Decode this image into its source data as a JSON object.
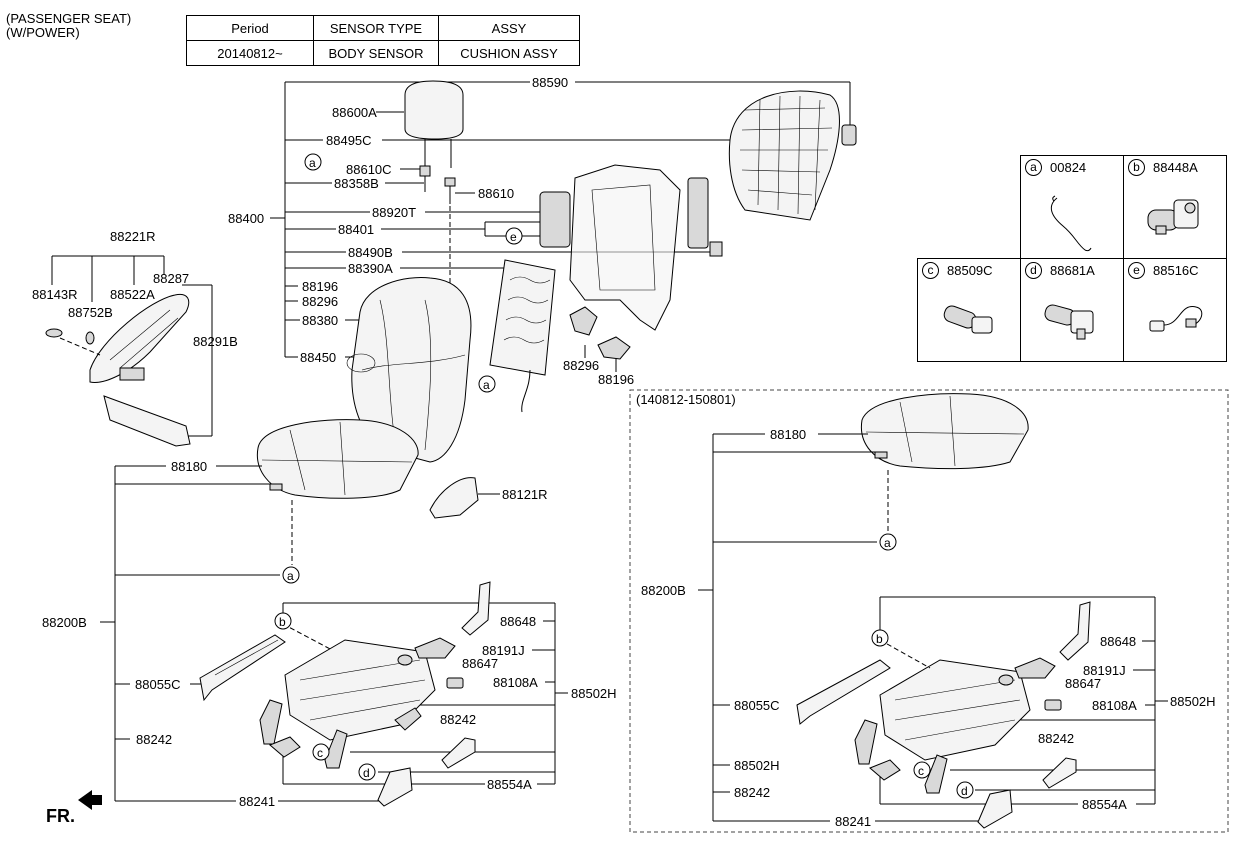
{
  "header": {
    "line1": "(PASSENGER SEAT)",
    "line2": "(W/POWER)"
  },
  "info_table": {
    "headers": [
      "Period",
      "SENSOR TYPE",
      "ASSY"
    ],
    "row": [
      "20140812~",
      "BODY SENSOR",
      "CUSHION ASSY"
    ]
  },
  "legend": [
    {
      "letter": "a",
      "part": "00824",
      "icon": "wire-clip-icon"
    },
    {
      "letter": "b",
      "part": "88448A",
      "icon": "motor-icon"
    },
    {
      "letter": "c",
      "part": "88509C",
      "icon": "motor-icon"
    },
    {
      "letter": "d",
      "part": "88681A",
      "icon": "motor-icon"
    },
    {
      "letter": "e",
      "part": "88516C",
      "icon": "harness-icon"
    }
  ],
  "inset_title": "(140812-150801)",
  "fr_label": "FR.",
  "callouts": {
    "p88590": "88590",
    "p88600A": "88600A",
    "p88495C": "88495C",
    "p88610C": "88610C",
    "p88358B": "88358B",
    "p88610": "88610",
    "p88920T": "88920T",
    "p88400": "88400",
    "p88401": "88401",
    "p88490B": "88490B",
    "p88390A": "88390A",
    "p88196": "88196",
    "p88296": "88296",
    "p88380": "88380",
    "p88450": "88450",
    "p88296b": "88296",
    "p88196b": "88196",
    "p88221R": "88221R",
    "p88143R": "88143R",
    "p88522A": "88522A",
    "p88287": "88287",
    "p88752B": "88752B",
    "p88291B": "88291B",
    "p88180": "88180",
    "p88121R": "88121R",
    "p88200B": "88200B",
    "p88648": "88648",
    "p88191J": "88191J",
    "p88647": "88647",
    "p88055C": "88055C",
    "p88108A": "88108A",
    "p88502H": "88502H",
    "p88242a": "88242",
    "p88242b": "88242",
    "p88554A": "88554A",
    "p88241": "88241",
    "i88180": "88180",
    "i88200B": "88200B",
    "i88648": "88648",
    "i88191J": "88191J",
    "i88647": "88647",
    "i88055C": "88055C",
    "i88108A": "88108A",
    "i88502H": "88502H",
    "i88242a": "88242",
    "i88502Hb": "88502H",
    "i88242b": "88242",
    "i88554A": "88554A",
    "i88241": "88241"
  },
  "markers": {
    "a1": "a",
    "a2": "a",
    "a3": "a",
    "a4": "a",
    "b1": "b",
    "b2": "b",
    "c1": "c",
    "c2": "c",
    "d1": "d",
    "d2": "d",
    "e1": "e"
  }
}
